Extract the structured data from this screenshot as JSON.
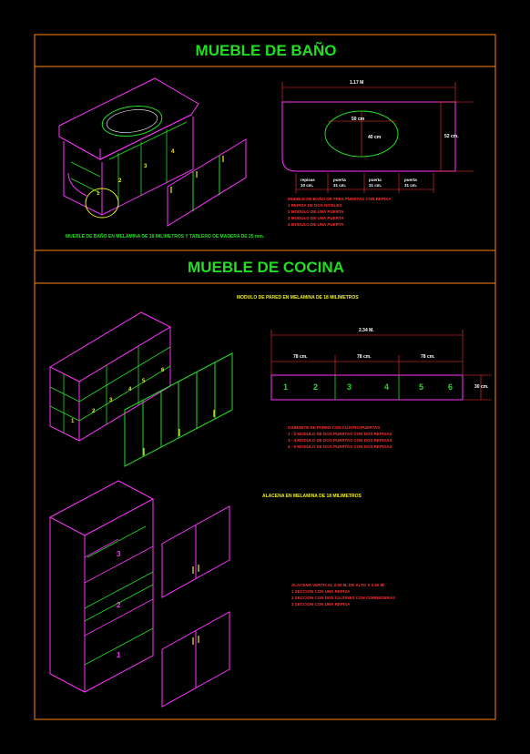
{
  "bano": {
    "title": "MUEBLE DE BAÑO",
    "caption": "MUEBLE DE BAÑO EN MELAMINA DE 18 MILIMETROS Y TABLERO DE MADERA DE 25 mm.",
    "dim_total": "1.17 M",
    "dim_depth": "52 cm.",
    "dim_oval_w": "50 cm",
    "dim_oval_h": "40 cm",
    "modules": [
      {
        "label": "repisas",
        "size": "10 cm."
      },
      {
        "label": "puerta",
        "size": "31 cm."
      },
      {
        "label": "puerta",
        "size": "31 cm."
      },
      {
        "label": "puerta",
        "size": "31 cm."
      }
    ],
    "legend_title": "MUEBLE DE BAÑO DE TRES PUERTAS CON REPISA",
    "legend": [
      "1   REPISA DE DOS NIVELES",
      "2   MODULO DE UNA PUERTA",
      "3   MODULO DE UNA PUERTA",
      "4   MODULO DE UNA PUERTA"
    ],
    "iso_numbers": [
      "1",
      "2",
      "3",
      "4"
    ]
  },
  "cocina": {
    "title": "MUEBLE DE COCINA",
    "pared_title": "MODULO DE PARED EN MELAMINA DE 18 MILIMETROS",
    "dim_total": "2.34 M.",
    "dim_depth": "30 cm.",
    "dim_modules": [
      "78 cm.",
      "78 cm.",
      "78 cm."
    ],
    "cells": [
      "1",
      "2",
      "3",
      "4",
      "5",
      "6"
    ],
    "pared_legend_title": "GABINETE DE PARED CON CUATRO PUERTAS",
    "pared_legend": [
      "1 - 2  MODULO DE DOS PUERTAS CON DOS REPISAS",
      "3 - 4  MODULO DE DOS PUERTAS CON DOS REPISAS",
      "4 - 5  MODULO DE DOS PUERTAS CON DOS REPISAS"
    ],
    "pared_iso_numbers": [
      "1",
      "2",
      "3",
      "4",
      "5",
      "6"
    ],
    "alacena_title": "ALACENA EN MELAMINA DE 18 MILIMETROS",
    "alacena_legend_title": "ALACENA VERTICAL 2.00 M. DE ALTO X 0.60 M.",
    "alacena_legend": [
      "1     SECCION CON UNA REPISA",
      "2     SECCION CON DOS CAJONES CON CORREDERAS",
      "3     SECCION CON UNA REPISA"
    ],
    "alacena_numbers": [
      "3",
      "2",
      "1"
    ]
  }
}
